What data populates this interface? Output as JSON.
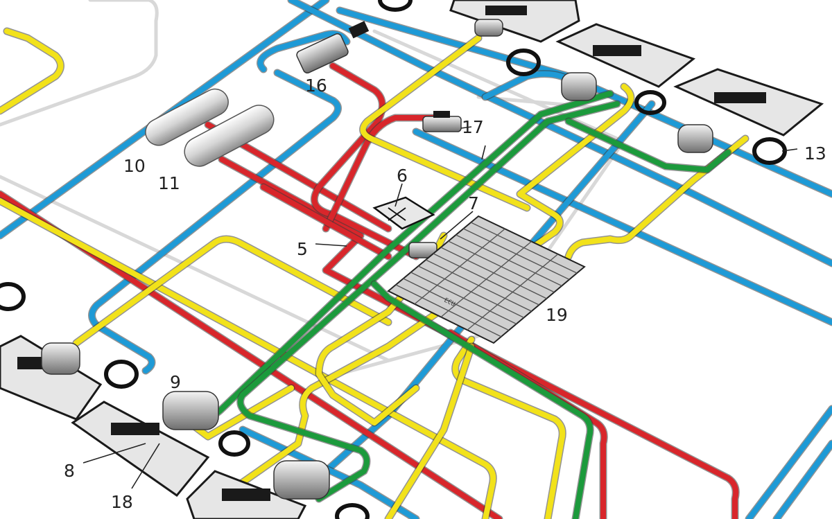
{
  "diagram": {
    "colors": {
      "blue": "#1e9ad6",
      "red": "#d8262b",
      "yellow": "#f2e21a",
      "green": "#1c9a3c",
      "gray": "#cccccc"
    },
    "callouts": [
      {
        "id": "c5",
        "text": "5"
      },
      {
        "id": "c6",
        "text": "6"
      },
      {
        "id": "c7",
        "text": "7"
      },
      {
        "id": "c8",
        "text": "8"
      },
      {
        "id": "c9",
        "text": "9"
      },
      {
        "id": "c10",
        "text": "10"
      },
      {
        "id": "c11",
        "text": "11"
      },
      {
        "id": "c13",
        "text": "13"
      },
      {
        "id": "c16",
        "text": "16"
      },
      {
        "id": "c17",
        "text": "17"
      },
      {
        "id": "c18",
        "text": "18"
      },
      {
        "id": "c19",
        "text": "19"
      }
    ]
  }
}
